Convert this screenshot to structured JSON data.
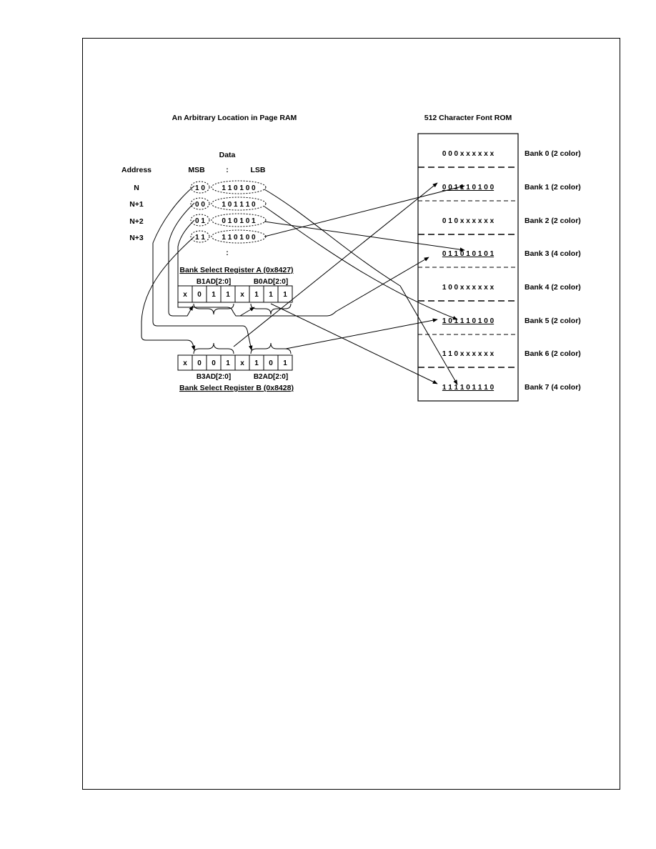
{
  "left_title": "An Arbitrary Location in Page RAM",
  "right_title": "512 Character Font ROM",
  "ram": {
    "data_label": "Data",
    "address_label": "Address",
    "msb_label": "MSB",
    "colon": ":",
    "lsb_label": "LSB",
    "ellipsis": ":",
    "rows": [
      {
        "address": "N",
        "msb": "1 0",
        "lsb": "1 1 0 1 0 0"
      },
      {
        "address": "N+1",
        "msb": "0 0",
        "lsb": "1 0 1 1 1 0"
      },
      {
        "address": "N+2",
        "msb": "0 1",
        "lsb": "0 1 0 1 0 1"
      },
      {
        "address": "N+3",
        "msb": "1 1",
        "lsb": "1 1 0 1 0 0"
      }
    ]
  },
  "register_a": {
    "title": "Bank Select Register A (0x8427)",
    "field_left": "B1AD[2:0]",
    "field_right": "B0AD[2:0]",
    "bits": [
      "x",
      "0",
      "1",
      "1",
      "x",
      "1",
      "1",
      "1"
    ]
  },
  "register_b": {
    "title": "Bank Select Register B (0x8428)",
    "field_left": "B3AD[2:0]",
    "field_right": "B2AD[2:0]",
    "bits": [
      "x",
      "0",
      "0",
      "1",
      "x",
      "1",
      "0",
      "1"
    ]
  },
  "rom_banks": [
    {
      "bits": "0 0 0 x x x x x x",
      "label": "Bank 0 (2 color)"
    },
    {
      "bits": "0 0 1 1 1 0 1 0 0",
      "label": "Bank 1 (2 color)"
    },
    {
      "bits": "0 1 0 x x x x x x",
      "label": "Bank 2 (2 color)"
    },
    {
      "bits": "0 1 1 0 1 0 1 0 1",
      "label": "Bank 3 (4 color)"
    },
    {
      "bits": "1 0 0 x x x x x x",
      "label": "Bank 4 (2 color)"
    },
    {
      "bits": "1 0 1 1 1 0 1 0 0",
      "label": "Bank 5 (2 color)"
    },
    {
      "bits": "1 1 0 x x x x x x",
      "label": "Bank 6 (2 color)"
    },
    {
      "bits": "1 1 1 1 0 1 1 1 0",
      "label": "Bank 7 (4 color)"
    }
  ]
}
